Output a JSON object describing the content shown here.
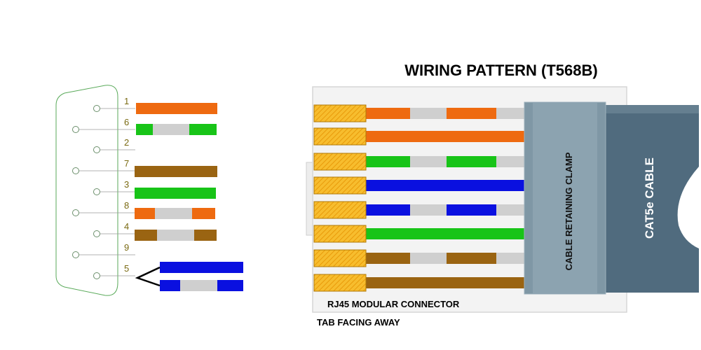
{
  "title": "WIRING PATTERN (T568B)",
  "connector_label": "RJ45 MODULAR CONNECTOR",
  "tab_label": "TAB FACING AWAY",
  "clamp_label": "CABLE RETAINING CLAMP",
  "cable_label": "CAT5e CABLE",
  "colors": {
    "orange": "#ee6a10",
    "green": "#18c418",
    "blue": "#0a10e0",
    "brown": "#9a6412",
    "white": "#cfcfcf",
    "pin_gold": "#f5b21c",
    "db9_outline": "#5aaa5a",
    "pin_text": "#7a6a12",
    "clamp": "#7f97a5",
    "cable": "#4f6a7e"
  },
  "db9_pins": [
    {
      "pin": "1",
      "wire": "orange"
    },
    {
      "pin": "6",
      "wire": "white-green"
    },
    {
      "pin": "2",
      "wire": ""
    },
    {
      "pin": "7",
      "wire": "brown"
    },
    {
      "pin": "3",
      "wire": "green"
    },
    {
      "pin": "8",
      "wire": "white-orange"
    },
    {
      "pin": "4",
      "wire": "white-brown"
    },
    {
      "pin": "9",
      "wire": ""
    },
    {
      "pin": "5",
      "wire": "blue + white-blue"
    }
  ],
  "rj45_wires": [
    "white-orange",
    "orange",
    "white-green",
    "blue",
    "white-blue",
    "green",
    "white-brown",
    "brown"
  ]
}
